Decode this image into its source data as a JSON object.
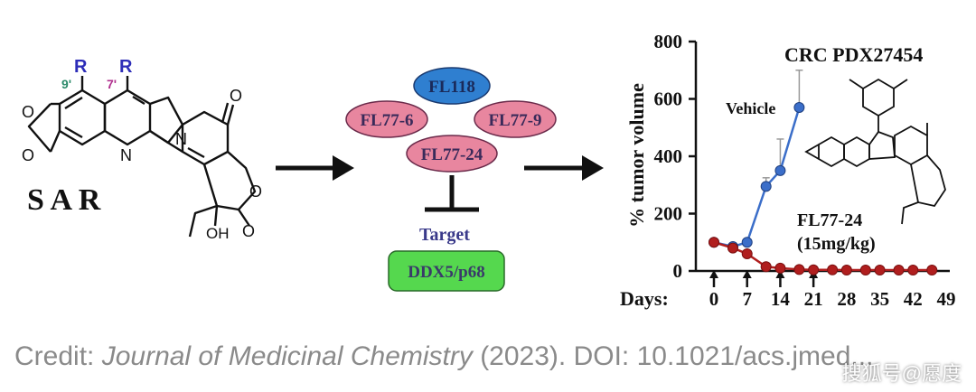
{
  "sar": {
    "label": "S A R",
    "r_left": "R",
    "r_right": "R",
    "pos_9": "9'",
    "pos_7": "7'",
    "oh": "OH",
    "n_ring": "N",
    "n_lactam": "N",
    "o_labels": [
      "O",
      "O",
      "O",
      "O",
      "O"
    ]
  },
  "compounds": {
    "fl118": "FL118",
    "fl77_6": "FL77-6",
    "fl77_9": "FL77-9",
    "fl77_24": "FL77-24",
    "target_label": "Target",
    "target": "DDX5/p68"
  },
  "colors": {
    "fl118": "#2f7fd0",
    "fl77": "#e8869f",
    "target_box": "#55d84e",
    "target_text": "#3a3a8a",
    "vehicle": "#3b6ec9",
    "treated": "#b01e1e",
    "r_group": "#2d2db8",
    "pos9": "#2b8a6a",
    "pos7": "#b0308e"
  },
  "chart_data": {
    "type": "line",
    "title": "CRC PDX27454",
    "ylabel": "% tumor volume",
    "xlabel": "Days:",
    "ylim": [
      0,
      800
    ],
    "yticks": [
      0,
      200,
      400,
      600,
      800
    ],
    "xticks": [
      0,
      7,
      14,
      21,
      28,
      35,
      42,
      49
    ],
    "dosing_days": [
      0,
      7,
      14,
      21
    ],
    "series": [
      {
        "name": "Vehicle",
        "x": [
          0,
          4,
          7,
          11,
          14,
          18
        ],
        "y": [
          100,
          85,
          100,
          295,
          350,
          570
        ],
        "err": [
          0,
          0,
          0,
          30,
          110,
          130
        ]
      },
      {
        "name": "FL77-24",
        "x": [
          0,
          4,
          7,
          11,
          14,
          18,
          21,
          25,
          28,
          32,
          35,
          39,
          42,
          46
        ],
        "y": [
          100,
          80,
          60,
          15,
          10,
          5,
          4,
          4,
          3,
          3,
          3,
          3,
          3,
          3
        ],
        "err": [
          0,
          0,
          0,
          0,
          0,
          0,
          0,
          0,
          0,
          0,
          0,
          0,
          0,
          0
        ]
      }
    ],
    "annotations": {
      "vehicle": "Vehicle",
      "treated_name": "FL77-24",
      "treated_dose": "(15mg/kg)"
    }
  },
  "credit": {
    "prefix": "Credit: ",
    "journal": "Journal of Medicinal Chemistry",
    "rest": " (2023). DOI: 10.1021/acs.jmed..."
  },
  "watermark": "搜狐号@愿度"
}
